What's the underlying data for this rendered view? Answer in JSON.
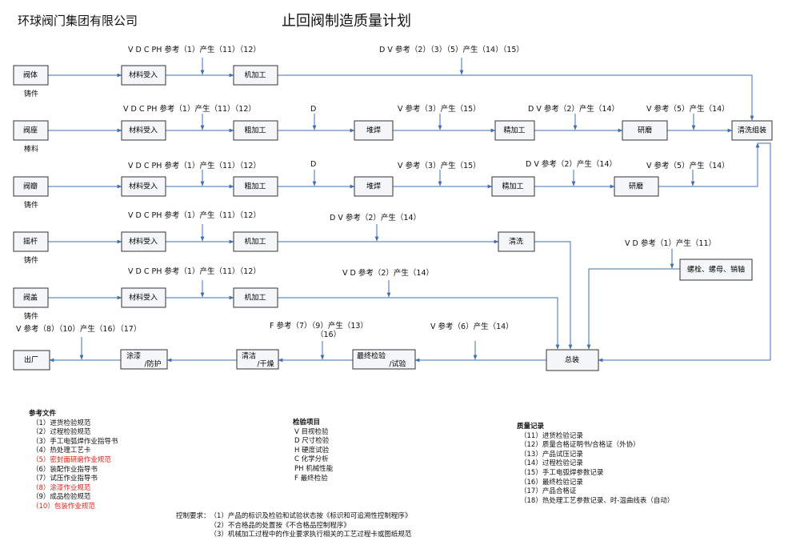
{
  "header": {
    "company": "环球阀门集团有限公司",
    "title": "止回阀制造质量计划"
  },
  "colors": {
    "arrow": "#3f6fb2",
    "box_fill": "#f4f6f9",
    "highlight_red": "#d9221b"
  },
  "boxes": {
    "r1": [
      "阀体",
      "材料受入",
      "机加工"
    ],
    "r2": [
      "阀座",
      "材料受入",
      "粗加工",
      "堆焊",
      "精加工",
      "研磨",
      "清洗组装"
    ],
    "r3": [
      "阀瓣",
      "材料受入",
      "粗加工",
      "堆焊",
      "精加工",
      "研磨"
    ],
    "r4": [
      "摇杆",
      "材料受入",
      "机加工",
      "清洗"
    ],
    "r5": [
      "阀盖",
      "材料受入",
      "机加工"
    ],
    "fasteners": "螺栓、螺母、销轴",
    "assembly": "总装",
    "final_inspection": [
      "最终检验",
      "/试验"
    ],
    "cleaning_drying": [
      "清洁",
      "/干燥"
    ],
    "painting": [
      "涂漆",
      "/防护"
    ],
    "shipping": "出厂"
  },
  "materials": {
    "r1": "铸件",
    "r2": "棒料",
    "r3": "铸件",
    "r4": "铸件",
    "r5": "铸件"
  },
  "notes": {
    "r1_receive": "V D C PH 参考（1）产生（11）（12）",
    "r1_machining": "D V 参考（2）（3）（5）产生（14）（15）",
    "r2_receive": "V D C PH 参考（1）产生（11）（12）",
    "r2_d": "D",
    "r2_weld": "V 参考（3）产生（15）",
    "r2_finish": "D V 参考（2）产生（14）",
    "r2_grind": "V 参考（5）产生（14）",
    "r3_receive": "V D C PH 参考（1）产生（11）（12）",
    "r3_d": "D",
    "r3_weld": "V 参考（3）产生（15）",
    "r3_finish": "D V 参考（2）产生（14）",
    "r3_grind": "V 参考（5）产生（14）",
    "r4_receive": "V D C PH 参考（1）产生（11）（12）",
    "r4_machining": "D V 参考（2）产生（14）",
    "fasteners": "V D 参考（1）产生（11）",
    "r5_receive": "V D C PH 参考（1）产生（11）（12）",
    "r5_machining": "V D 参考（2）产生（14）",
    "ship": "V 参考（8）（10）产生（16）（17）",
    "final_f_line1": "F 参考（7）（9）产生（13）",
    "final_f_line2": "（16）",
    "assembly": "V 参考（6）产生（14）"
  },
  "ref_docs": {
    "title": "参考文件",
    "items": [
      {
        "text": "（1）进货检验规范",
        "red": false
      },
      {
        "text": "（2）过程检验规范",
        "red": false
      },
      {
        "text": "（3）手工电弧焊作业指导书",
        "red": false
      },
      {
        "text": "（4）热处理工艺卡",
        "red": false
      },
      {
        "text": "（5）密封面研磨作业规范",
        "red": true
      },
      {
        "text": "（6）装配作业指导书",
        "red": false
      },
      {
        "text": "（7）试压作业指导书",
        "red": false
      },
      {
        "text": "（8）涂漆作业规范",
        "red": true
      },
      {
        "text": "（9）成品检验规范",
        "red": false
      },
      {
        "text": "（10）包装作业规范",
        "red": true
      }
    ]
  },
  "inspection_items": {
    "title": "检验项目",
    "items": [
      "V  目视检验",
      "D  尺寸检验",
      "H  硬度试验",
      "C  化学分析",
      "PH  机械性能",
      "F  最终检验"
    ]
  },
  "quality_records": {
    "title": "质量记录",
    "items": [
      "（11）进货检验记录",
      "（12）质量合格证明书/合格证（外协）",
      "（13）产品试压记录",
      "（14）过程检验记录",
      "（15）手工电弧焊参数记录",
      "（16）最终检验记录",
      "（17）产品合格证",
      "（18）热处理工艺参数记录、时-温曲线表（自动）"
    ]
  },
  "control": {
    "label": "控制要求：",
    "items": [
      "（1）产品的标识及检验和试验状态按《标识和可追溯性控制程序》",
      "（2）不合格品的处置按《不合格品控制程序》",
      "（3）机械加工过程中的作业要求执行相关的工艺过程卡或图纸规范"
    ]
  }
}
